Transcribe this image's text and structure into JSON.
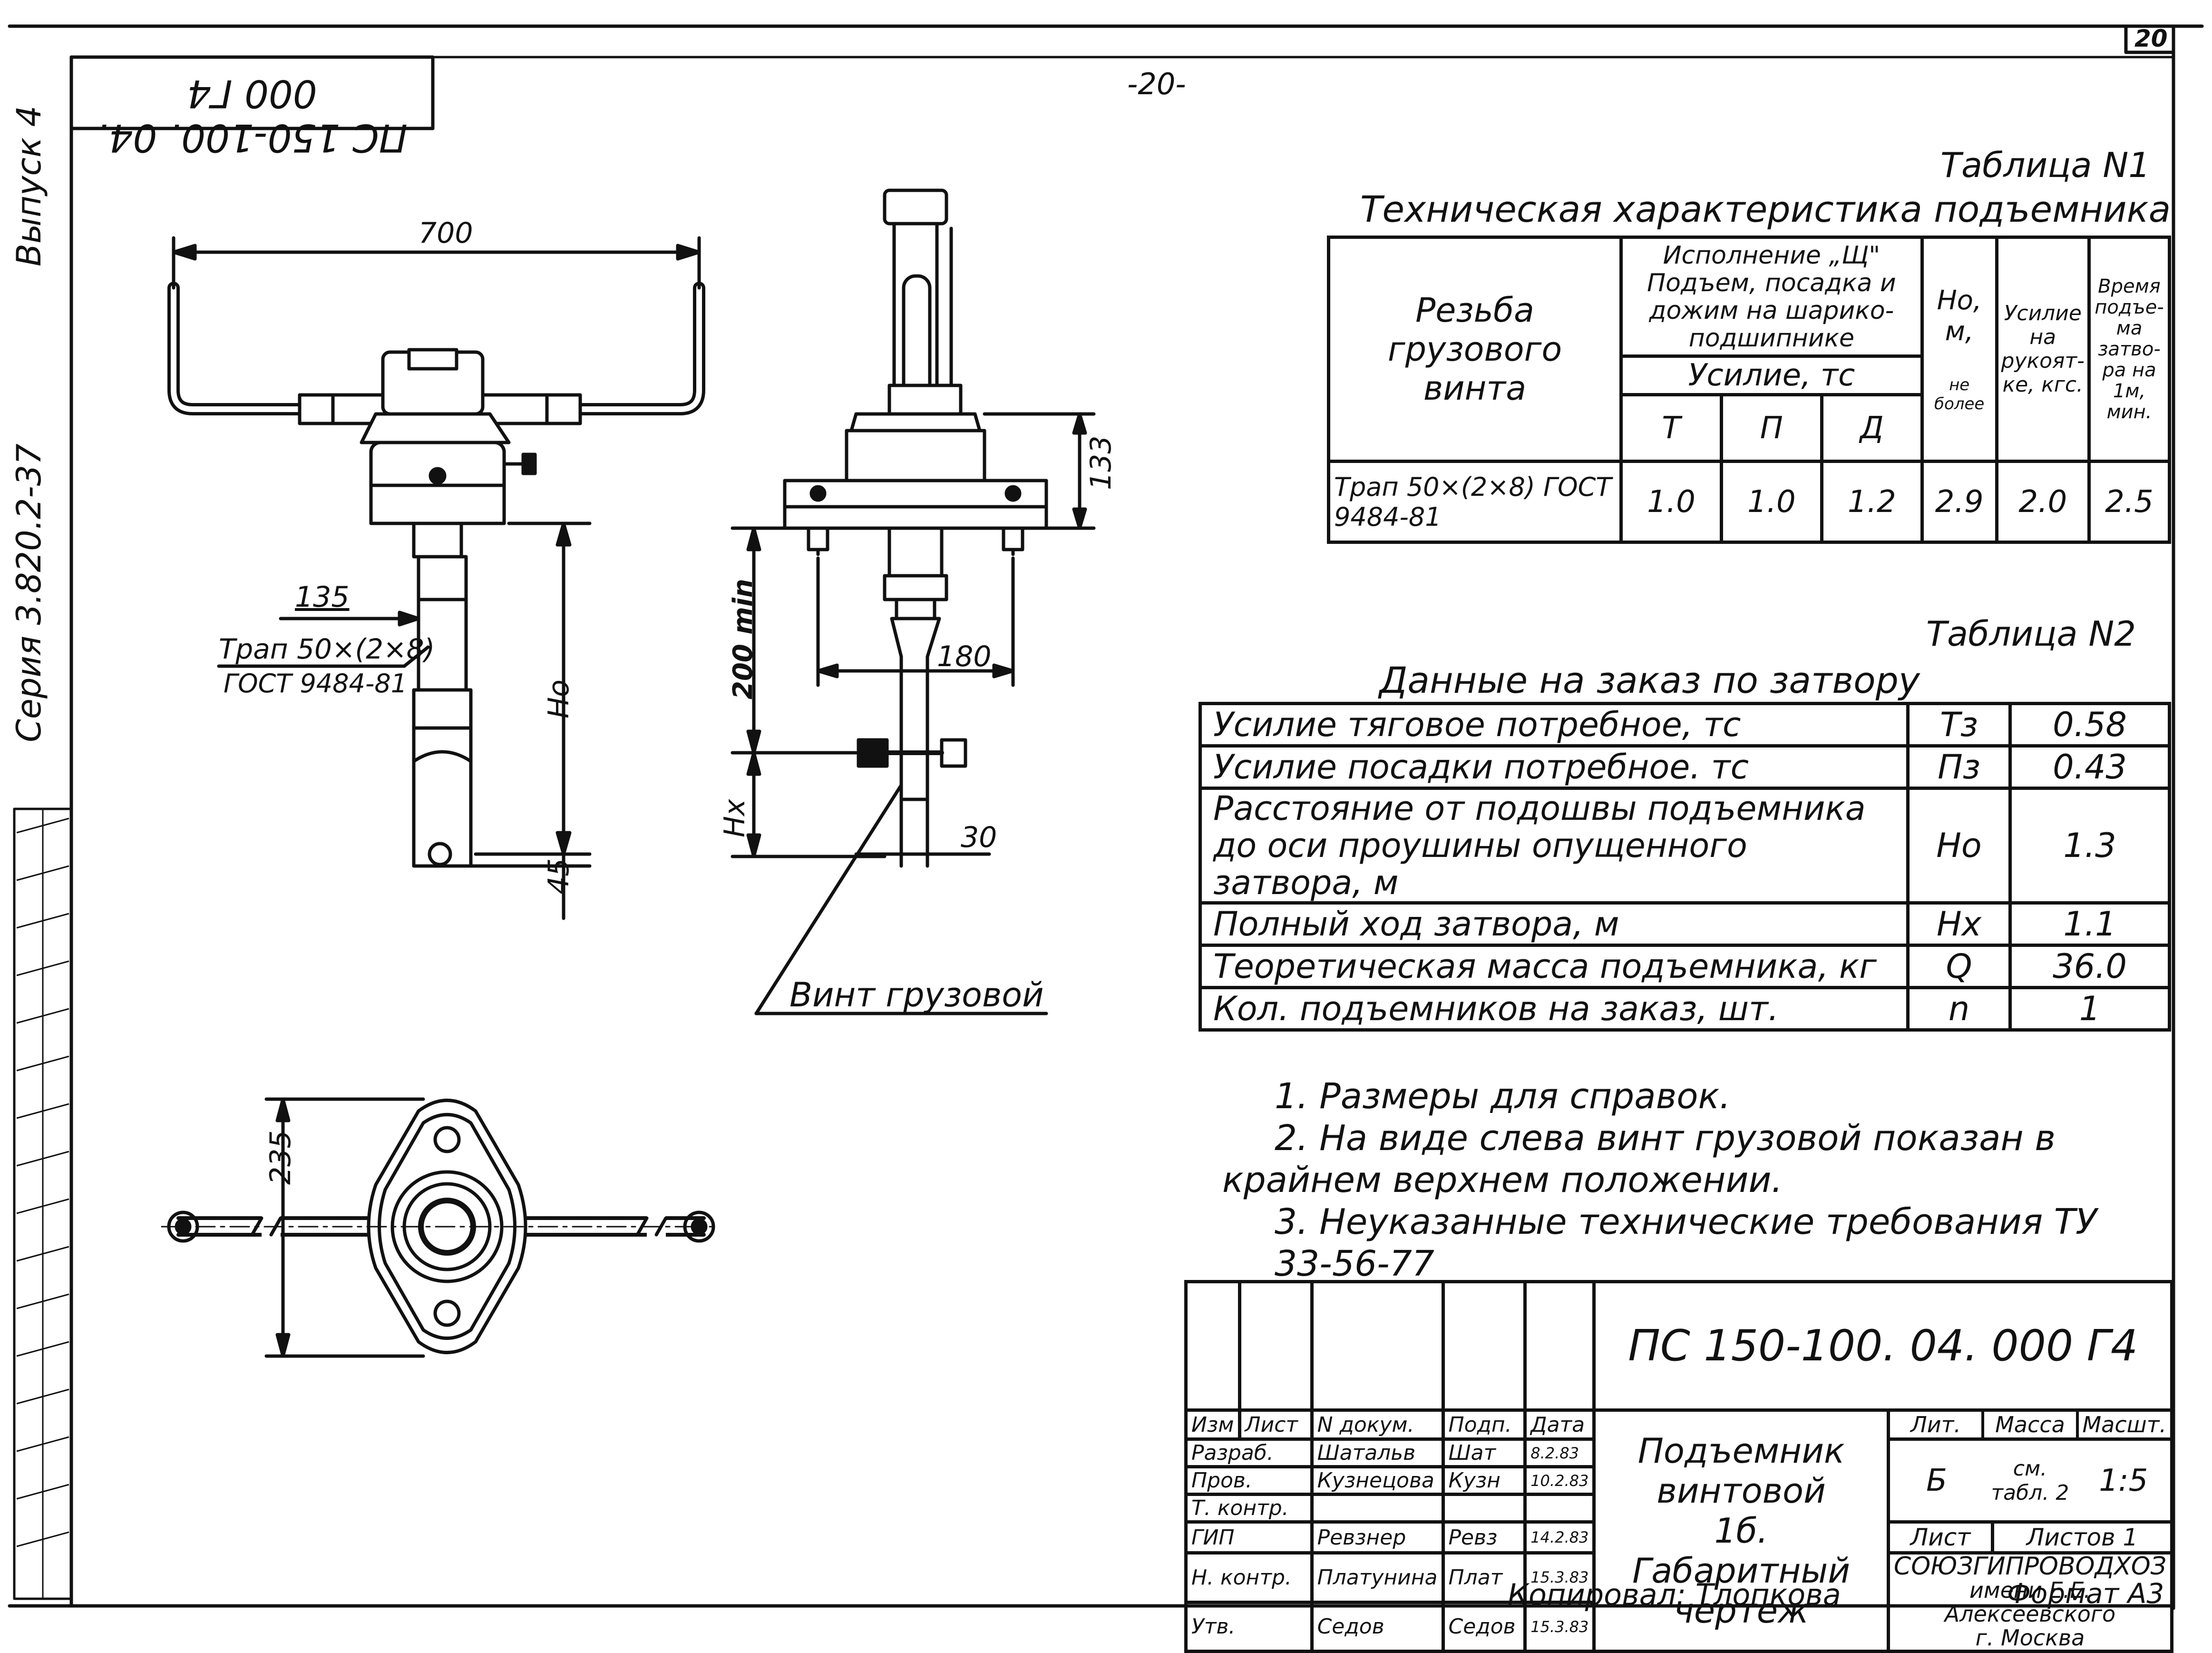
{
  "page": {
    "page_number": "-20-",
    "corner_number": "20",
    "code_rotated": "ПС 150-100. 04. 000 Г4",
    "left_margin": {
      "vypusk": "Выпуск 4",
      "seria": "Серия 3.820.2-37"
    }
  },
  "drawing": {
    "dims": {
      "d700": "700",
      "d135": "135",
      "d133": "133",
      "d200": "200 min",
      "d180": "180",
      "d30": "30",
      "d45": "45",
      "d235": "235",
      "Ho": "Нo",
      "Hx": "Нх"
    },
    "thread_label_1": "Трап 50×(2×8)",
    "thread_label_2": "ГОСТ 9484-81",
    "leader_label": "Винт грузовой"
  },
  "table1": {
    "caption": "Таблица N1",
    "title": "Техническая характеристика подъемника",
    "head_rezba": "Резьба грузового винта",
    "head_ispoln": "Исполнение „Щ\" Подъем, посадка и дожим на шарико-подшипнике",
    "head_usilie": "Усилие, тс",
    "head_T": "Т",
    "head_P": "П",
    "head_D": "Д",
    "head_Ho": "Но, м,",
    "head_Ho_note": "не более",
    "head_ruk": "Усилие на рукоят-ке, кгс.",
    "head_time": "Время подъе-ма затво-ра на 1м, мин.",
    "row": {
      "thread": "Трап 50×(2×8) ГОСТ 9484-81",
      "T": "1.0",
      "P": "1.0",
      "D": "1.2",
      "Ho": "2.9",
      "ruk": "2.0",
      "time": "2.5"
    }
  },
  "table2": {
    "caption": "Таблица N2",
    "title": "Данные на заказ по затвору",
    "rows": [
      {
        "label": "Усилие тяговое потребное, тс",
        "sym": "Тз",
        "val": "0.58"
      },
      {
        "label": "Усилие посадки потребное. тс",
        "sym": "Пз",
        "val": "0.43"
      },
      {
        "label": "Расстояние от подошвы подъемника до оси проушины опущенного затвора, м",
        "sym": "Но",
        "val": "1.3"
      },
      {
        "label": "Полный ход затвора, м",
        "sym": "Нх",
        "val": "1.1"
      },
      {
        "label": "Теоретическая масса подъемника, кг",
        "sym": "Q",
        "val": "36.0"
      },
      {
        "label": "Кол. подъемников на заказ, шт.",
        "sym": "n",
        "val": "1"
      }
    ]
  },
  "notes": [
    "1. Размеры для справок.",
    "2. На виде слева винт грузовой показан в крайнем верхнем положении.",
    "3. Неуказанные технические требования ТУ 33-56-77"
  ],
  "stamp": {
    "code": "ПС 150-100. 04. 000 Г4",
    "name_line1": "Подъемник винтовой",
    "name_line2": "1б.",
    "name_line3": "Габаритный чертеж",
    "lit_label": "Лит.",
    "mass_label": "Масса",
    "scale_label": "Масшт.",
    "lit_value": "Б",
    "mass_value": "см. табл. 2",
    "scale_value": "1:5",
    "sheet_label": "Лист",
    "sheets_label": "Листов 1",
    "org_line1": "СОЮЗГИПРОВОДХОЗ",
    "org_line2": "имени Е.Е. Алексеевского",
    "org_line3": "г. Москва",
    "headers": [
      "Изм",
      "Лист",
      "N докум.",
      "Подп.",
      "Дата"
    ],
    "people": [
      {
        "role": "Разраб.",
        "name": "Шатальв",
        "sign": "Шат",
        "date": "8.2.83"
      },
      {
        "role": "Пров.",
        "name": "Кузнецова",
        "sign": "Кузн",
        "date": "10.2.83"
      },
      {
        "role": "Т. контр.",
        "name": "",
        "sign": "",
        "date": ""
      },
      {
        "role": "ГИП",
        "name": "Ревзнер",
        "sign": "Ревз",
        "date": "14.2.83"
      },
      {
        "role": "Н. контр.",
        "name": "Платунина",
        "sign": "Плат",
        "date": "15.3.83"
      },
      {
        "role": "Утв.",
        "name": "Седов",
        "sign": "Седов",
        "date": "15.3.83"
      }
    ],
    "copied": "Копировал: Тлопкова",
    "format": "Формат А3"
  }
}
